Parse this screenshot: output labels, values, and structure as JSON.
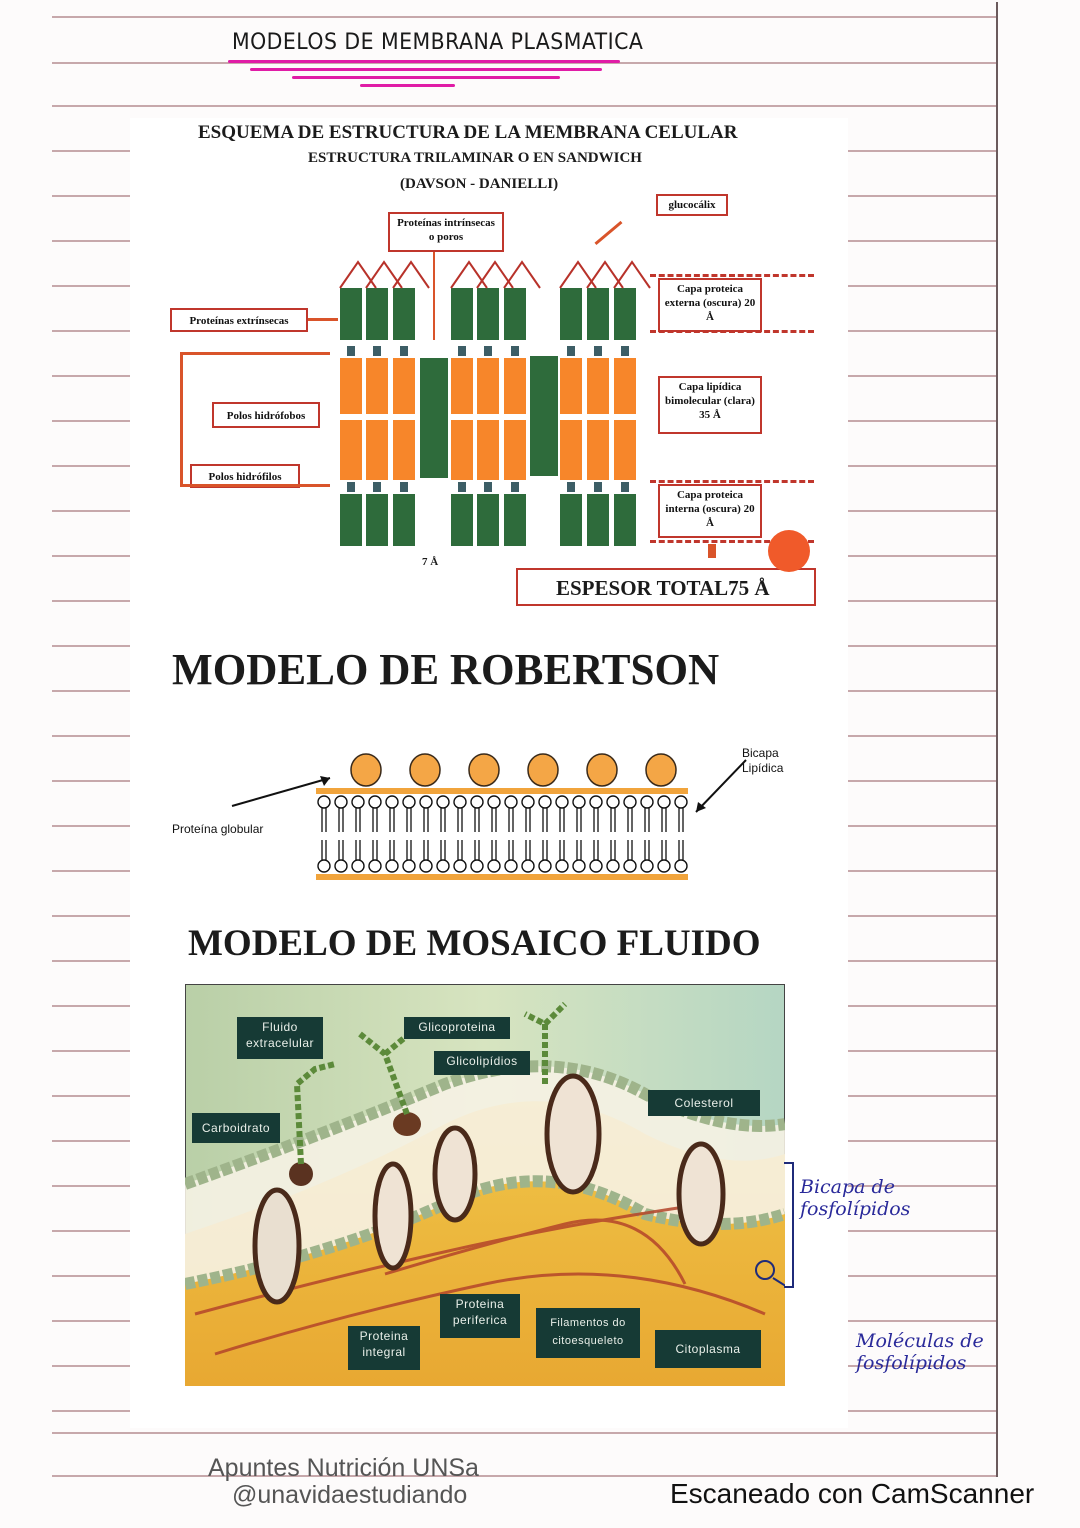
{
  "notebook": {
    "handwritten_title": "MODELOS DE MEMBRANA PLASMATICA",
    "accent_color": "#e01ca6",
    "ink_color": "#2a2a9a"
  },
  "davson_danielli": {
    "title": "ESQUEMA DE ESTRUCTURA DE LA MEMBRANA CELULAR",
    "subtitle": "ESTRUCTURA TRILAMINAR O EN SANDWICH",
    "authors": "(DAVSON - DANIELLI)",
    "labels": {
      "intrinsic": "Proteínas intrínsecas o poros",
      "glycocalyx": "glucocálix",
      "extrinsic": "Proteínas extrínsecas",
      "hydrophobic": "Polos hidrófobos",
      "hydrophilic": "Polos hidrófilos",
      "outer_layer": "Capa proteica externa (oscura) 20 Å",
      "lipid_layer": "Capa lipídica bimolecular (clara) 35 Å",
      "inner_layer": "Capa proteica interna (oscura) 20 Å",
      "pore_width": "7 Å",
      "total": "ESPESOR TOTAL75 Å"
    },
    "colors": {
      "protein": "#2e6b3b",
      "lipid": "#f7862a",
      "frame": "#c0362c"
    }
  },
  "robertson": {
    "title": "MODELO DE ROBERTSON",
    "label_protein": "Proteína globular",
    "label_bilayer": "Bicapa Lipídica",
    "globules": 6,
    "phospholipids": 22
  },
  "mosaic": {
    "title": "MODELO DE MOSAICO FLUIDO",
    "labels": {
      "extracellular": "Fluido extracelular",
      "glycoprotein": "Glicoproteina",
      "glycolipids": "Glicolipídios",
      "carbohydrate": "Carboidrato",
      "cholesterol": "Colesterol",
      "integral": "Proteina integral",
      "peripheral": "Proteina periferica",
      "filaments": "Filamentos do citoesqueleto",
      "cytoplasm": "Citoplasma"
    },
    "handwritten": {
      "bilayer": "Bicapa de fosfolípidos",
      "molecules": "Moléculas de fosfolípidos"
    }
  },
  "footer": {
    "credit_line1": "Apuntes Nutrición UNSa",
    "credit_line2": "@unavidaestudiando",
    "scanner": "Escaneado con CamScanner"
  }
}
